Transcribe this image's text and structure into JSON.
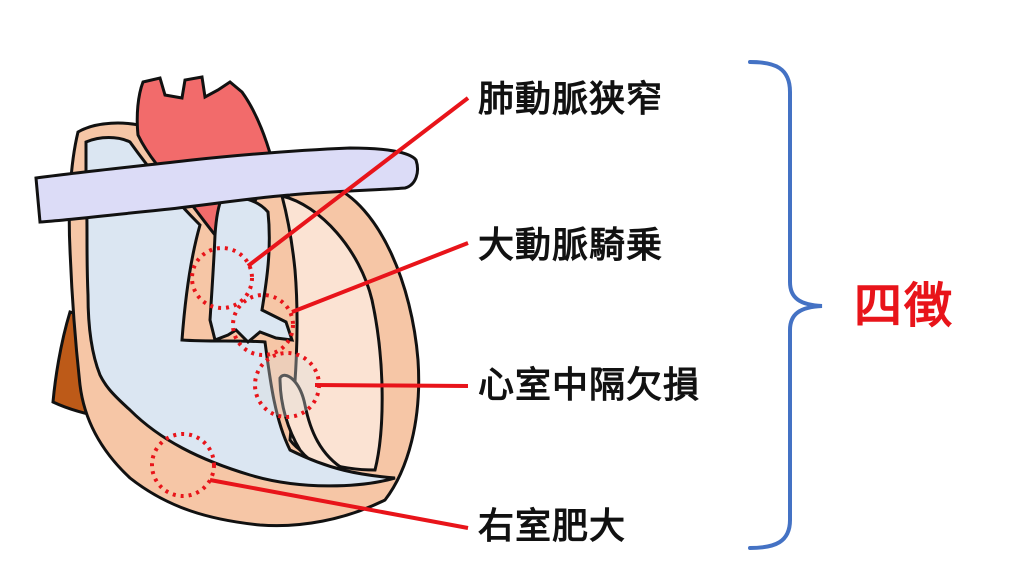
{
  "labels": [
    "肺動脈狭窄",
    "大動脈騎乗",
    "心室中隔欠損",
    "右室肥大"
  ],
  "group_label": "四徴",
  "colors": {
    "leader_line": "#e8141a",
    "group_label": "#e8141a",
    "bracket": "#4472c4",
    "aorta": "#f26b6b",
    "vessel_blue": "#dcdcf7",
    "ventricle_blue": "#dbe6f2",
    "heart_wall": "#f6c6a6",
    "heart_inner": "#fbe3d3",
    "vein_brown": "#bd5a18",
    "outline": "#111111"
  }
}
